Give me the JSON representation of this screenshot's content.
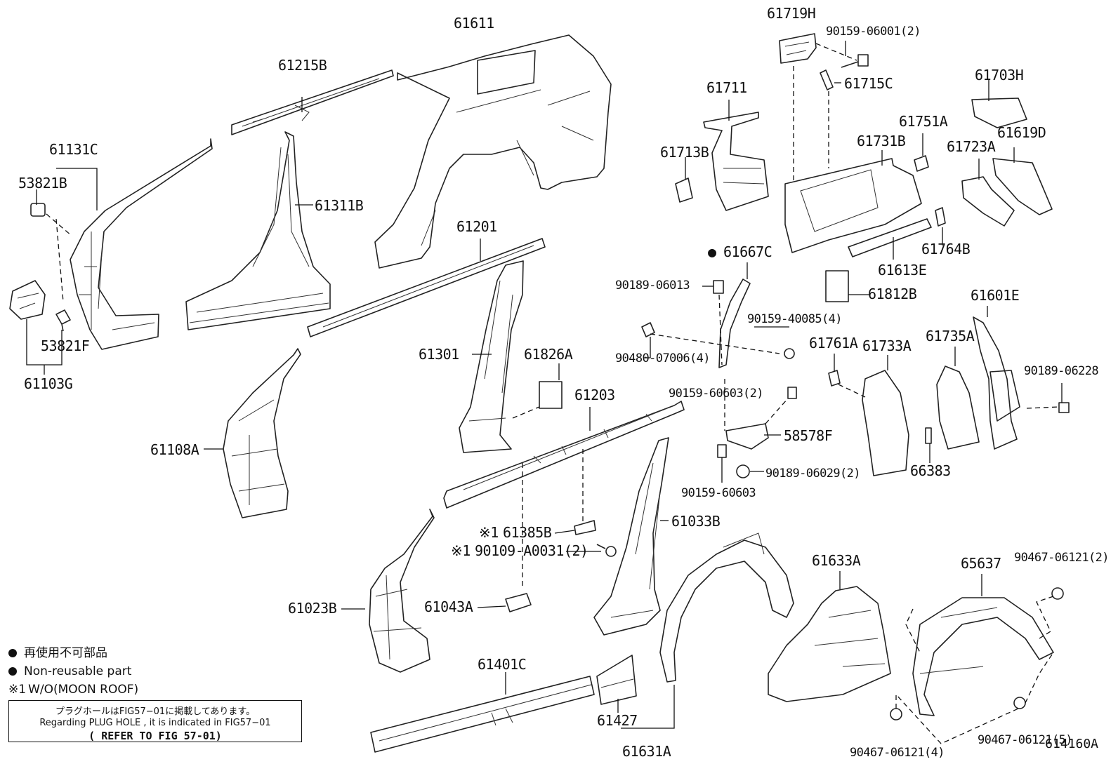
{
  "labels": [
    {
      "id": "61611",
      "text": "61611"
    },
    {
      "id": "61215B",
      "text": "61215B"
    },
    {
      "id": "61131C",
      "text": "61131C"
    },
    {
      "id": "53821B",
      "text": "53821B"
    },
    {
      "id": "61311B",
      "text": "61311B"
    },
    {
      "id": "53821F",
      "text": "53821F"
    },
    {
      "id": "61103G",
      "text": "61103G"
    },
    {
      "id": "61201",
      "text": "61201"
    },
    {
      "id": "61301",
      "text": "61301"
    },
    {
      "id": "61826A",
      "text": "61826A"
    },
    {
      "id": "61108A",
      "text": "61108A"
    },
    {
      "id": "61203",
      "text": "61203"
    },
    {
      "id": "61385B",
      "text": "61385B"
    },
    {
      "id": "90109-A0031",
      "text": "90109-A0031(2)"
    },
    {
      "id": "61043A",
      "text": "61043A"
    },
    {
      "id": "61023B",
      "text": "61023B"
    },
    {
      "id": "61033B",
      "text": "61033B"
    },
    {
      "id": "61401C",
      "text": "61401C"
    },
    {
      "id": "61427",
      "text": "61427"
    },
    {
      "id": "61631A",
      "text": "61631A"
    },
    {
      "id": "61719H",
      "text": "61719H"
    },
    {
      "id": "90159-06001",
      "text": "90159-06001(2)"
    },
    {
      "id": "61715C",
      "text": "61715C"
    },
    {
      "id": "61711",
      "text": "61711"
    },
    {
      "id": "61713B",
      "text": "61713B"
    },
    {
      "id": "61731B",
      "text": "61731B"
    },
    {
      "id": "61751A",
      "text": "61751A"
    },
    {
      "id": "61703H",
      "text": "61703H"
    },
    {
      "id": "61619D",
      "text": "61619D"
    },
    {
      "id": "61723A",
      "text": "61723A"
    },
    {
      "id": "61764B",
      "text": "61764B"
    },
    {
      "id": "61667C",
      "text": "61667C"
    },
    {
      "id": "90189-06013",
      "text": "90189-06013"
    },
    {
      "id": "61613E",
      "text": "61613E"
    },
    {
      "id": "61812B",
      "text": "61812B"
    },
    {
      "id": "90159-40085",
      "text": "90159-40085(4)"
    },
    {
      "id": "90480-07006",
      "text": "90480-07006(4)"
    },
    {
      "id": "61601E",
      "text": "61601E"
    },
    {
      "id": "61761A",
      "text": "61761A"
    },
    {
      "id": "61733A",
      "text": "61733A"
    },
    {
      "id": "61735A",
      "text": "61735A"
    },
    {
      "id": "90189-06228",
      "text": "90189-06228"
    },
    {
      "id": "90159-60603a",
      "text": "90159-60603(2)"
    },
    {
      "id": "58578F",
      "text": "58578F"
    },
    {
      "id": "66383",
      "text": "66383"
    },
    {
      "id": "90189-06029",
      "text": "90189-06029(2)"
    },
    {
      "id": "90159-60603b",
      "text": "90159-60603"
    },
    {
      "id": "61633A",
      "text": "61633A"
    },
    {
      "id": "65637",
      "text": "65637"
    },
    {
      "id": "90467-06121a",
      "text": "90467-06121(2)"
    },
    {
      "id": "90467-06121b",
      "text": "90467-06121(4)"
    },
    {
      "id": "90467-06121c",
      "text": "90467-06121(5)"
    }
  ],
  "markers": {
    "non_reusable_dot": "●",
    "note_ref": "※1"
  },
  "legend": {
    "jp_non_reusable": "再使用不可部品",
    "en_non_reusable": "Non-reusable part",
    "note1": "W/O(MOON ROOF)"
  },
  "notice_box": {
    "line1": "プラグホールはFIG57−01に掲載してあります。",
    "line2": "Regarding PLUG HOLE , it is indicated in FIG57−01",
    "line3": "( REFER TO FIG 57-01)"
  },
  "figure_number": "614160A"
}
